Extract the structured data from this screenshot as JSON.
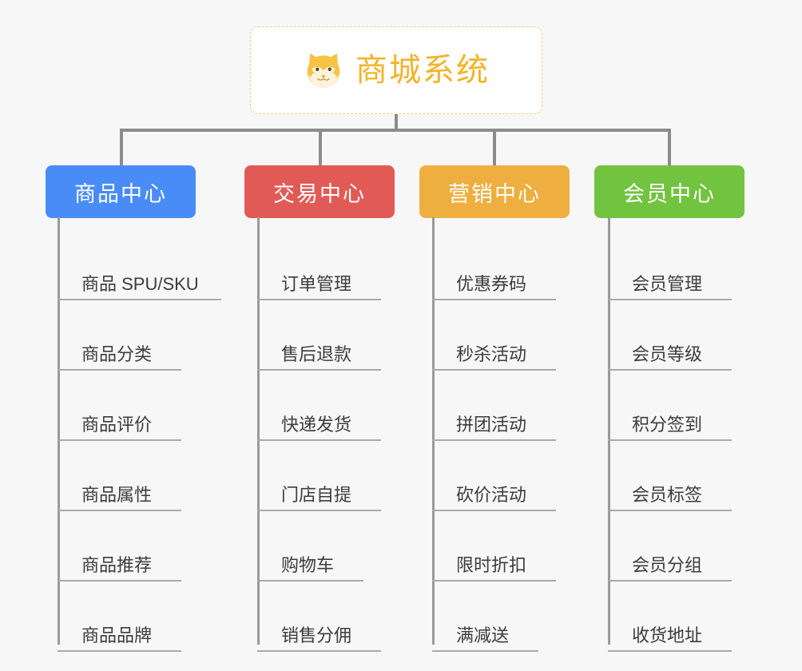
{
  "diagram": {
    "background_color": "#f7f7f7",
    "connector_color": "#8c8c8c",
    "root": {
      "title": "商城系统",
      "icon": "shiba-dog-face-icon",
      "text_color": "#f0b429",
      "border_color": "#efc97e",
      "background_color": "#ffffff"
    },
    "columns": [
      {
        "label": "商品中心",
        "color": "#4a8cf7",
        "items": [
          "商品 SPU/SKU",
          "商品分类",
          "商品评价",
          "商品属性",
          "商品推荐",
          "商品品牌"
        ]
      },
      {
        "label": "交易中心",
        "color": "#e15a56",
        "items": [
          "订单管理",
          "售后退款",
          "快递发货",
          "门店自提",
          "购物车",
          "销售分佣"
        ]
      },
      {
        "label": "营销中心",
        "color": "#eeaf40",
        "items": [
          "优惠券码",
          "秒杀活动",
          "拼团活动",
          "砍价活动",
          "限时折扣",
          "满减送"
        ]
      },
      {
        "label": "会员中心",
        "color": "#72c340",
        "items": [
          "会员管理",
          "会员等级",
          "积分签到",
          "会员标签",
          "会员分组",
          "收货地址"
        ]
      }
    ]
  }
}
